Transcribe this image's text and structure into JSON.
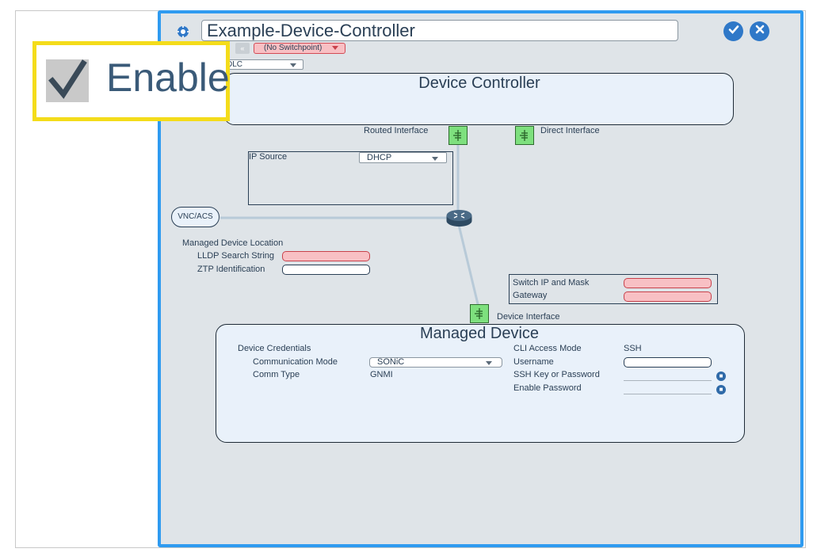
{
  "header": {
    "title_value": "Example-Device-Controller",
    "switchpoint_label": "(No Switchpoint)",
    "mode_select_value": "DLC"
  },
  "enable": {
    "label": "Enable",
    "checked": true
  },
  "device_controller": {
    "title": "Device Controller",
    "routed_interface_label": "Routed Interface",
    "direct_interface_label": "Direct Interface",
    "ip_source_label": "IP Source",
    "ip_source_value": "DHCP"
  },
  "network": {
    "vnc_label": "VNC/ACS",
    "managed_device_location_label": "Managed Device Location",
    "lldp_search_label": "LLDP Search String",
    "ztp_identification_label": "ZTP Identification",
    "switch_ip_mask_label": "Switch IP and Mask",
    "gateway_label": "Gateway",
    "device_interface_label": "Device Interface"
  },
  "managed_device": {
    "title": "Managed Device",
    "credentials_label": "Device Credentials",
    "comm_mode_label": "Communication Mode",
    "comm_mode_value": "SONiC",
    "comm_type_label": "Comm Type",
    "comm_type_value": "GNMI",
    "cli_access_label": "CLI Access Mode",
    "cli_access_value": "SSH",
    "username_label": "Username",
    "ssh_key_label": "SSH Key or Password",
    "enable_password_label": "Enable Password"
  },
  "colors": {
    "panel_border": "#2f9bf0",
    "panel_bg": "#dfe4e8",
    "group_bg": "#e9f1fa",
    "error_bg": "#f8c0c4",
    "highlight": "#f4dc1a",
    "port_green": "#7ee07e",
    "button_blue": "#2f78c8"
  },
  "icons": {
    "title_icon": "gear-icon",
    "save": "check-icon",
    "cancel": "close-icon",
    "router": "router-icon",
    "port": "network-port-icon",
    "lock": "lock-icon"
  }
}
